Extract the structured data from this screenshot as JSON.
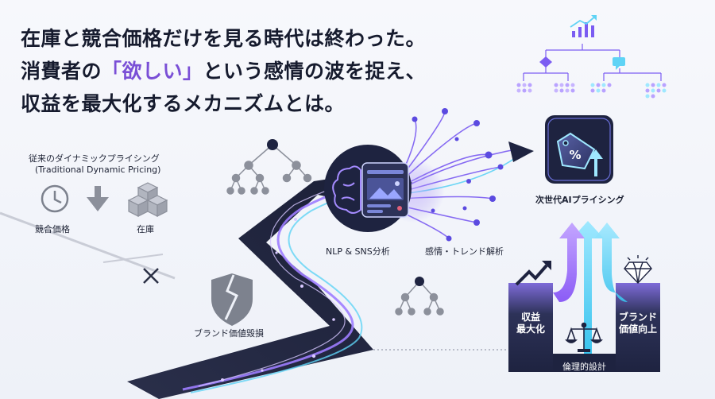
{
  "headline": {
    "line1": "在庫と競合価格だけを見る時代は終わった。",
    "line2_before": "消費者の",
    "line2_accent": "「欲しい」",
    "line2_after": "という感情の波を捉え、",
    "line3": "収益を最大化するメカニズムとは。"
  },
  "traditional": {
    "title_jp": "従来のダイナミックプライシング",
    "title_en": "(Traditional Dynamic Pricing)",
    "competitor_label": "競合価格",
    "inventory_label": "在庫",
    "brand_damage_label": "ブランド価値毀損"
  },
  "analysis": {
    "nlp_label": "NLP & SNS分析",
    "sentiment_label": "感情・トレンド解析"
  },
  "next_gen": {
    "label": "次世代AIプライシング"
  },
  "outcomes": {
    "revenue_label": "収益\n最大化",
    "ethics_label": "倫理的設計",
    "brand_label": "ブランド\n価値向上"
  },
  "colors": {
    "navy": "#1e2340",
    "purple": "#8b5cf6",
    "cyan": "#5fd3f5",
    "grey_icon": "#8c909b"
  }
}
